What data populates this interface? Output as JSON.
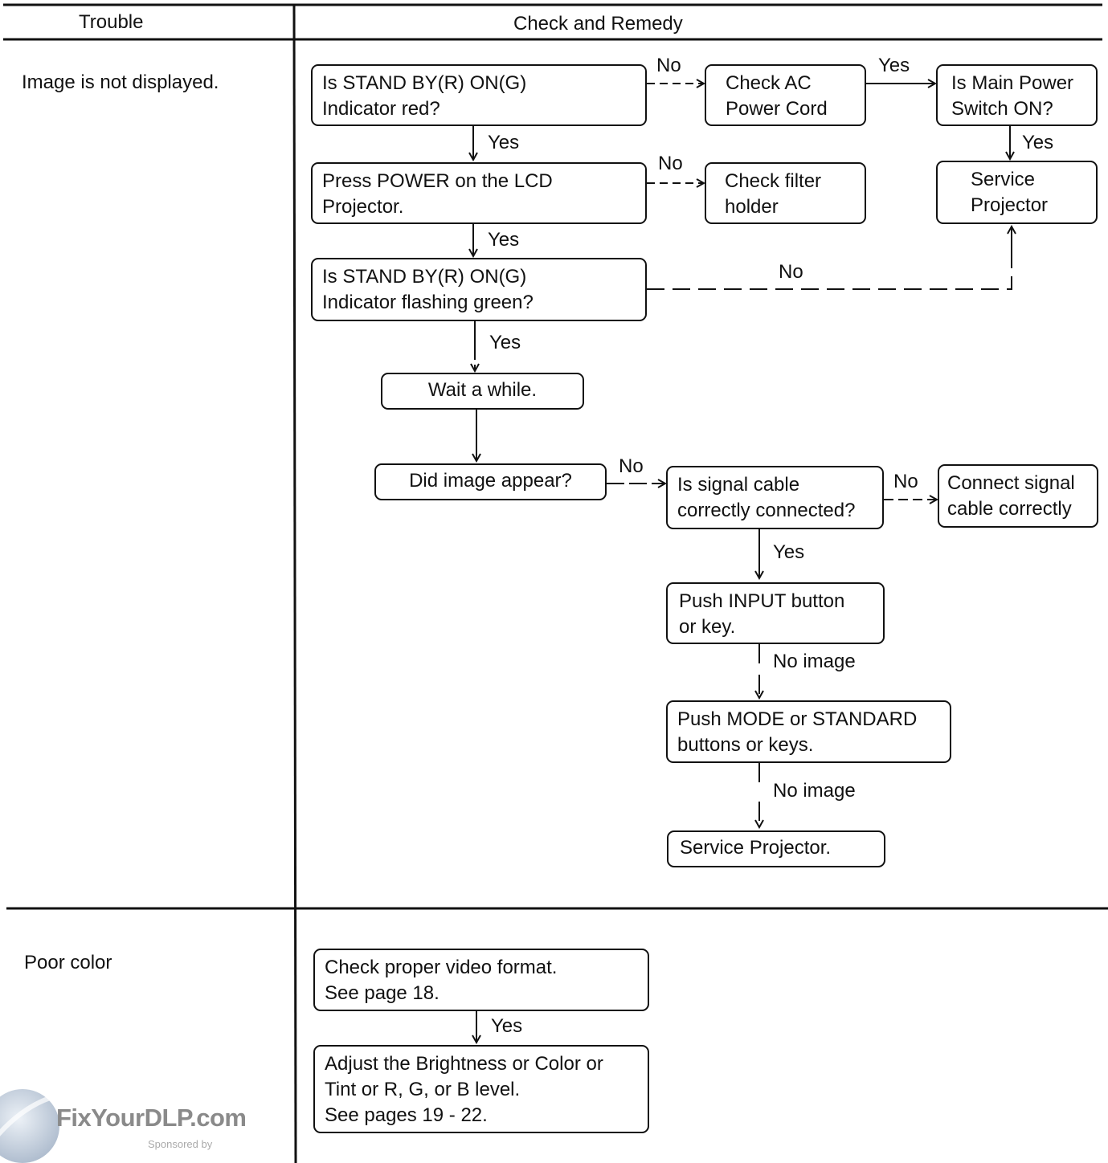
{
  "header": {
    "trouble": "Trouble",
    "remedy": "Check and Remedy"
  },
  "rows": [
    {
      "trouble": "Image is not displayed."
    },
    {
      "trouble": "Poor color"
    }
  ],
  "boxes": {
    "standby_red": [
      "Is STAND BY(R) ON(G)",
      "Indicator red?"
    ],
    "check_ac": [
      "Check AC",
      "Power Cord"
    ],
    "main_power": [
      "Is Main Power",
      "Switch ON?"
    ],
    "press_power": [
      "Press POWER on the LCD",
      "Projector."
    ],
    "check_filter": [
      "Check filter",
      "holder"
    ],
    "service_proj_1": [
      "Service",
      "Projector"
    ],
    "standby_flash": [
      "Is STAND BY(R) ON(G)",
      "Indicator flashing green?"
    ],
    "wait": "Wait a while.",
    "did_image": "Did image appear?",
    "signal_cable": [
      "Is signal cable",
      "correctly connected?"
    ],
    "connect_signal": [
      "Connect signal",
      "cable correctly"
    ],
    "push_input": [
      "Push INPUT button",
      "or key."
    ],
    "push_mode": [
      "Push MODE or STANDARD",
      "buttons or keys."
    ],
    "service_proj_2": "Service Projector.",
    "check_video": [
      "Check proper video format.",
      "See page 18."
    ],
    "adjust": [
      "Adjust the Brightness or Color or",
      "Tint or R, G, or B level.",
      "See pages 19 - 22."
    ]
  },
  "labels": {
    "no": "No",
    "yes": "Yes",
    "no_image": "No image"
  },
  "watermark": {
    "name": "FixYourDLP.com",
    "sub": "Sponsored by"
  }
}
